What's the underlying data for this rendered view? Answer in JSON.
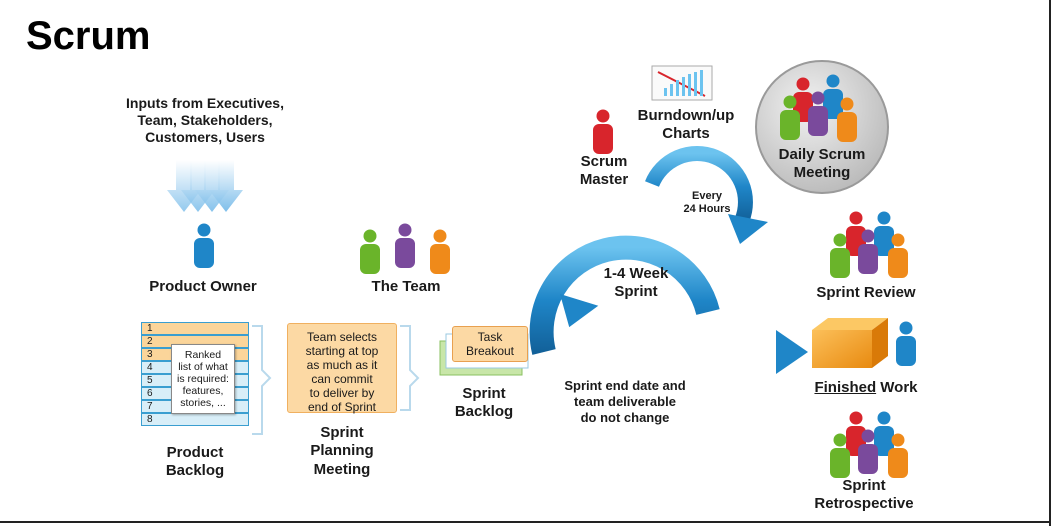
{
  "title": "Scrum",
  "inputs": {
    "line1": "Inputs from Executives,",
    "line2": "Team, Stakeholders,",
    "line3": "Customers, Users"
  },
  "roles": {
    "product_owner": "Product Owner",
    "the_team": "The Team",
    "scrum_master": [
      "Scrum",
      "Master"
    ],
    "burndown": [
      "Burndown/up",
      "Charts"
    ],
    "daily_scrum": [
      "Daily Scrum",
      "Meeting"
    ],
    "sprint_review": "Sprint Review"
  },
  "product_backlog": {
    "rows": [
      "1",
      "2",
      "3",
      "4",
      "5",
      "6",
      "7",
      "8"
    ],
    "note": [
      "Ranked",
      "list of what",
      "is required:",
      "features,",
      "stories, ..."
    ],
    "label": [
      "Product",
      "Backlog"
    ]
  },
  "sprint_planning": {
    "note": [
      "Team selects",
      "starting at top",
      "as much as it",
      "can commit",
      "to deliver by",
      "end of Sprint"
    ],
    "label": [
      "Sprint",
      "Planning",
      "Meeting"
    ]
  },
  "sprint_backlog": {
    "task": [
      "Task",
      "Breakout"
    ],
    "label": [
      "Sprint",
      "Backlog"
    ]
  },
  "cycle": {
    "sprint": [
      "1-4 Week",
      "Sprint"
    ],
    "daily": [
      "Every",
      "24 Hours"
    ]
  },
  "constraint_note": [
    "Sprint end date and",
    "team deliverable",
    "do not change"
  ],
  "finished_work": {
    "underlined": "Finished",
    "rest": " Work"
  },
  "retrospective": [
    "Sprint",
    "Retrospective"
  ],
  "colors": {
    "blue": "#1f86c8",
    "red": "#d8252c",
    "green": "#6ab42a",
    "purple": "#7a4a9c",
    "orange": "#ef8a1a",
    "sticky": "#fcd9a4"
  }
}
